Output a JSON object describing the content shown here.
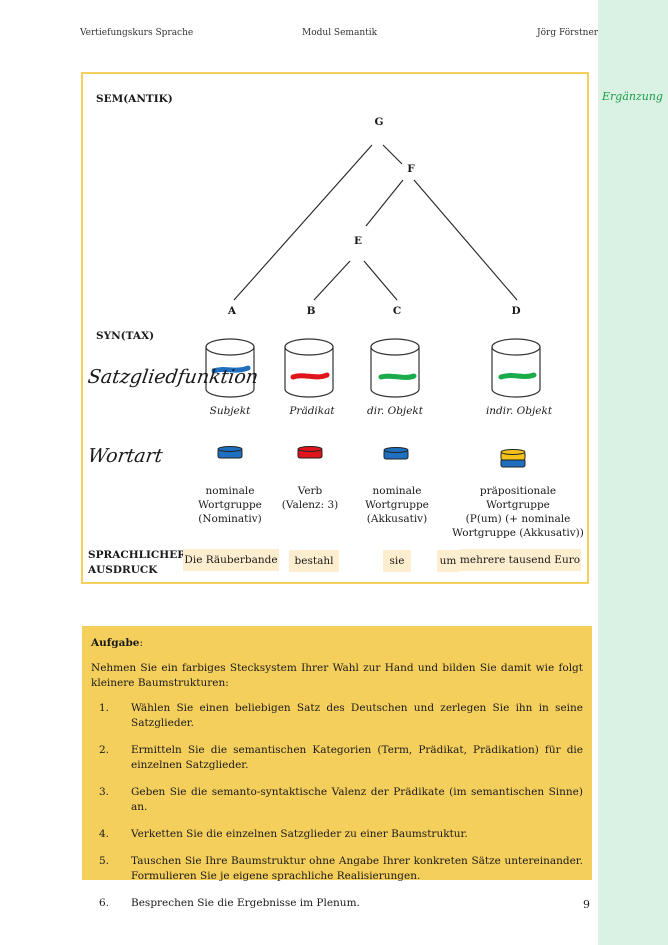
{
  "header": {
    "left": "Vertiefungskurs Sprache",
    "center": "Modul Semantik",
    "right": "Jörg Förstner"
  },
  "sidebar": {
    "label": "Ergänzung"
  },
  "diagram": {
    "semantik_label": "SEM(ANTIK)",
    "syntax_label": "SYN(TAX)",
    "nodes": {
      "g": "G",
      "f": "F",
      "e": "E",
      "a": "A",
      "b": "B",
      "c": "C",
      "d": "D"
    },
    "row_labels": {
      "satzgliedfunktion": "Satzgliedfunktion",
      "wortart": "Wortart",
      "ausdruck_line1": "SPRACHLICHER",
      "ausdruck_line2": "AUSDRUCK"
    },
    "functions": [
      "Subjekt",
      "Prädikat",
      "dir. Objekt",
      "indir. Objekt"
    ],
    "wortarten": [
      [
        "nominale",
        "Wortgruppe",
        "(Nominativ)"
      ],
      [
        "Verb",
        "(Valenz: 3)"
      ],
      [
        "nominale",
        "Wortgruppe",
        "(Akkusativ)"
      ],
      [
        "präpositionale",
        "Wortgruppe",
        "(P(um) (+ nominale",
        "Wortgruppe (Akkusativ))"
      ]
    ],
    "expressions": [
      "Die Räuberbande",
      "bestahl",
      "sie",
      "um",
      "mehrere tausend Euro"
    ],
    "colors": {
      "subjekt": "#1e6fc0",
      "praedikat": "#e0141b",
      "dir_objekt": "#1aab4b",
      "indir_objekt": "#1aab4b",
      "praep": "#f4c21a",
      "frame": "#f5cf5c",
      "sidebar": "#d9f2e3"
    }
  },
  "task": {
    "title": "Aufgabe",
    "title_suffix": ":",
    "intro": "Nehmen Sie ein farbiges Stecksystem Ihrer Wahl zur Hand und bilden Sie damit wie folgt kleinere Baumstrukturen:",
    "items": [
      {
        "num": "1.",
        "text": "Wählen Sie einen beliebigen Satz des Deutschen und zerlegen Sie ihn in seine Satzglieder."
      },
      {
        "num": "2.",
        "text": "Ermitteln Sie die semantischen Kategorien (Term, Prädikat, Prädikation) für die einzelnen Satzglieder."
      },
      {
        "num": "3.",
        "text": "Geben Sie die semanto-syntaktische Valenz der Prädikate (im semantischen Sinne) an."
      },
      {
        "num": "4.",
        "text": "Verketten Sie die einzelnen Satzglieder zu einer Baumstruktur."
      },
      {
        "num": "5.",
        "text": "Tauschen Sie Ihre Baumstruktur ohne Angabe Ihrer konkreten Sätze untereinander. Formulieren Sie je eigene sprachliche Realisierungen."
      },
      {
        "num": "6.",
        "text": "Besprechen Sie die Ergebnisse im Plenum."
      }
    ]
  },
  "page_number": "9"
}
